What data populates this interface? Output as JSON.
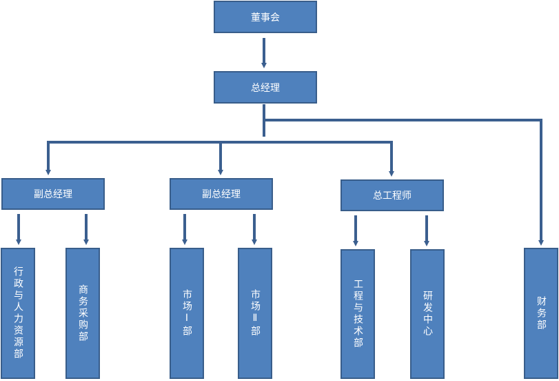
{
  "colors": {
    "box_fill": "#4f81bd",
    "box_border": "#385d8a",
    "connector": "#3b5f8f",
    "text": "#ffffff"
  },
  "nodes": {
    "board": "董事会",
    "gm": "总经理",
    "vp1": "副总经理",
    "vp2": "副总经理",
    "chief_engineer": "总工程师",
    "admin_hr": "行政与人力资源部",
    "procurement": "商务采购部",
    "market1": "市场Ⅰ部",
    "market2": "市场Ⅱ部",
    "engineering": "工程与技术部",
    "rnd": "研发中心",
    "finance": "财务部"
  }
}
